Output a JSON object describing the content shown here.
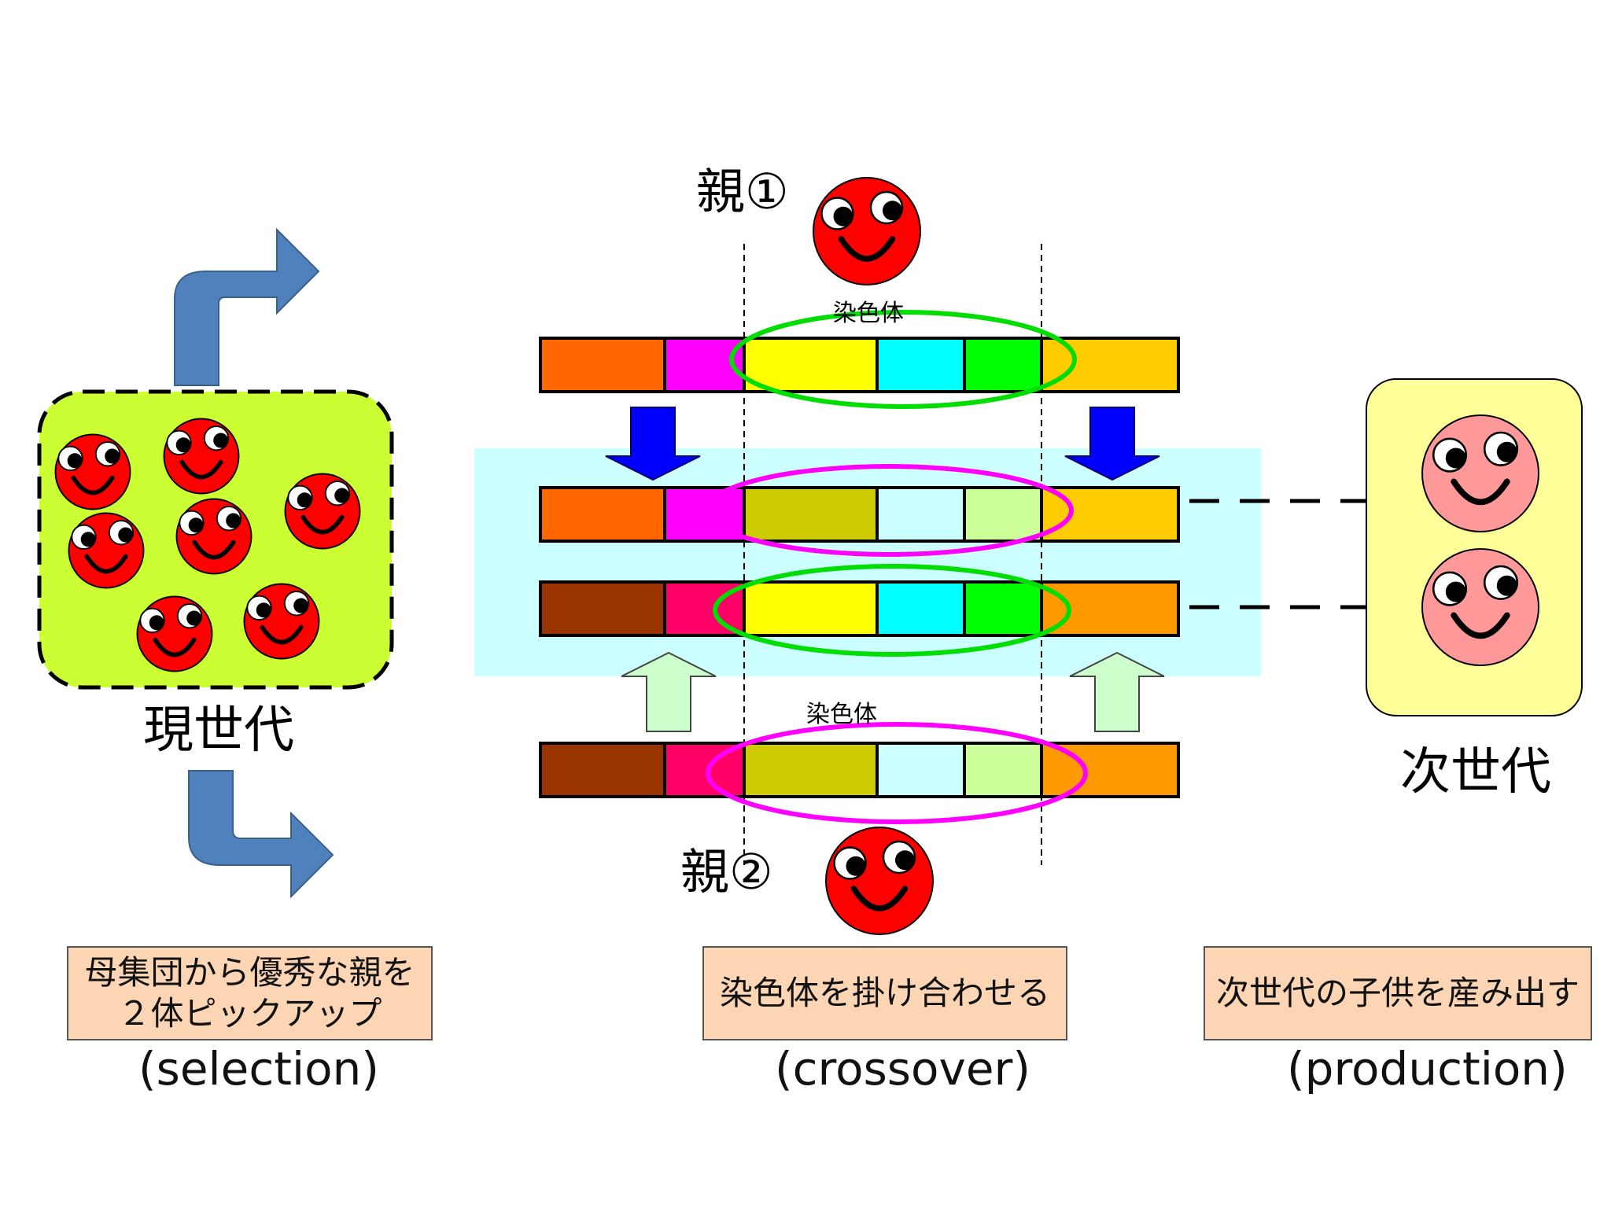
{
  "labels": {
    "current_generation": "現世代",
    "next_generation": "次世代",
    "parent1": "親①",
    "parent2": "親②",
    "chromosome_top": "染色体",
    "chromosome_bottom": "染色体"
  },
  "captions": {
    "selection_box": "母集団から優秀な親を\n２体ピックアップ",
    "selection_eng": "(selection)",
    "crossover_box": "染色体を掛け合わせる",
    "crossover_eng": "(crossover)",
    "production_box": "次世代の子供を産み出す",
    "production_eng": "(production)"
  },
  "colors": {
    "population_box": "#ccff33",
    "crossover_band": "#ccffff",
    "next_gen_box": "#ffff99",
    "smiley_red": "#ff0000",
    "smiley_pink": "#ff9999",
    "select_arrow": "#4f81bd",
    "down_arrow": "#0000ff",
    "up_arrow": "#ccffcc",
    "ellipse_green": "#00dd00",
    "ellipse_magenta": "#ff00ff"
  },
  "chromosomes": {
    "parent1": [
      "#ff6600",
      "#ff00ff",
      "#ffff00",
      "#00ffff",
      "#00ff00",
      "#ffcc00"
    ],
    "child1": [
      "#ff6600",
      "#ff00ff",
      "#cccc00",
      "#ccffff",
      "#ccff99",
      "#ffcc00"
    ],
    "child2": [
      "#993300",
      "#ff0066",
      "#ffff00",
      "#00ffff",
      "#00ff00",
      "#ff9900"
    ],
    "parent2": [
      "#993300",
      "#ff0066",
      "#cccc00",
      "#ccffff",
      "#ccff99",
      "#ff9900"
    ]
  }
}
